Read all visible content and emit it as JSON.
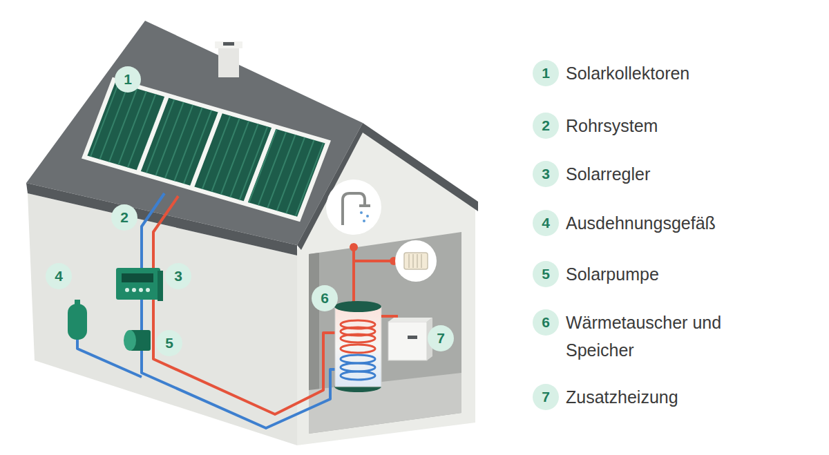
{
  "diagram": {
    "nodes": [
      {
        "text": [
          "1"
        ]
      },
      {
        "text": [
          "2"
        ]
      },
      {
        "text": [
          "3"
        ]
      },
      {
        "text": [
          "4"
        ]
      },
      {
        "text": [
          "5"
        ]
      },
      {
        "text": [
          "6"
        ]
      },
      {
        "text": [
          "7"
        ]
      },
      {
        "text": [
          "1",
          "Solarkollektoren"
        ]
      },
      {
        "text": [
          "2",
          "Rohrsystem"
        ]
      },
      {
        "text": [
          "3",
          "Solarregler"
        ]
      },
      {
        "text": [
          "4",
          "Ausdehnungsgefäß"
        ]
      },
      {
        "text": [
          "5",
          "Solarpumpe"
        ]
      },
      {
        "text": [
          "6",
          "Wärmetauscher und Speicher"
        ]
      },
      {
        "text": [
          "7",
          "Zusatzheizung"
        ]
      }
    ]
  }
}
